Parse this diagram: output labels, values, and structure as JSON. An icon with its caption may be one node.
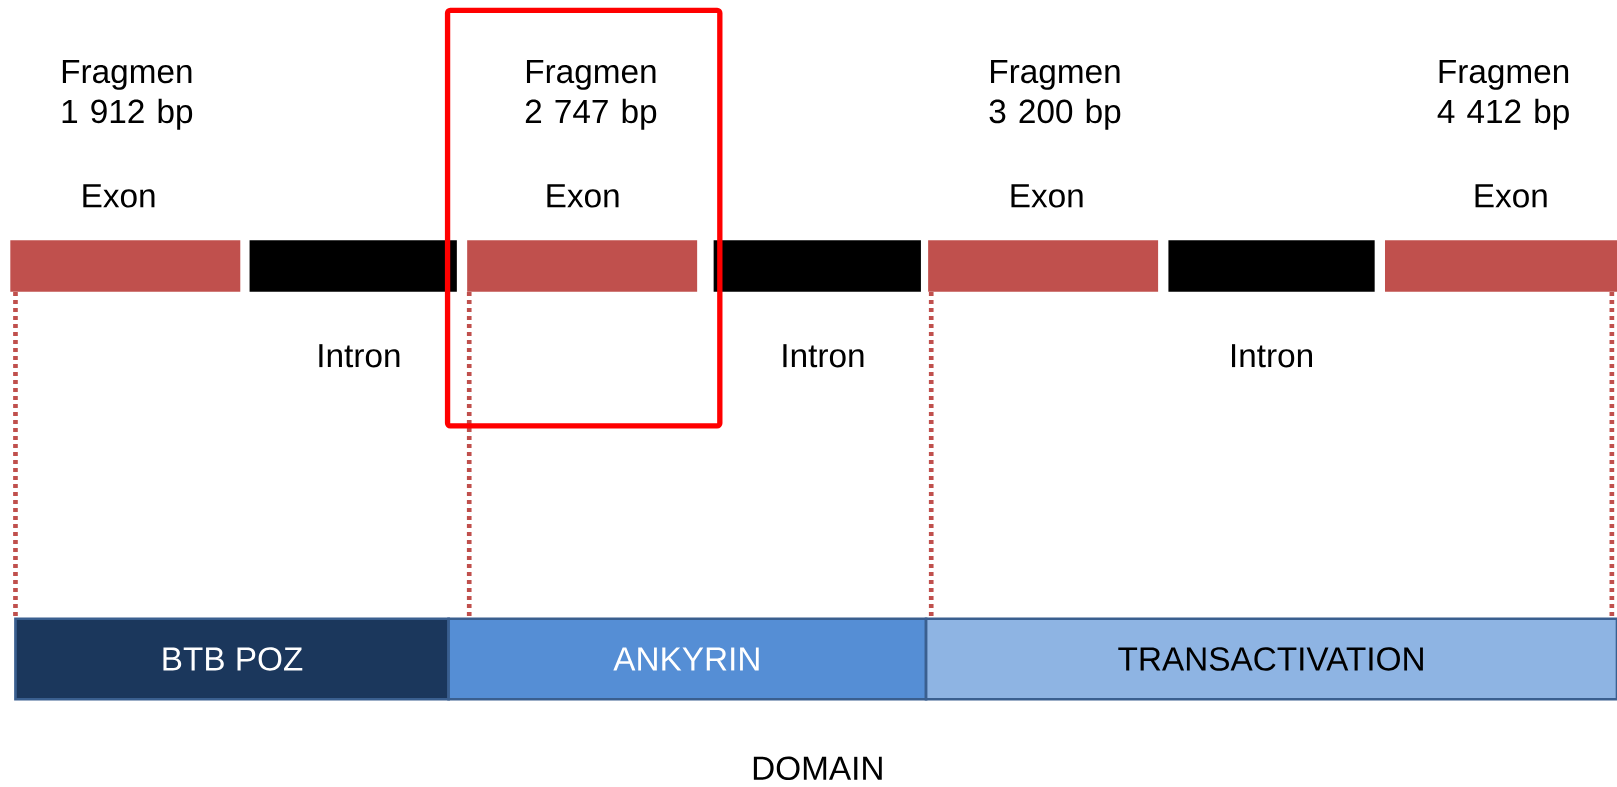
{
  "diagram": {
    "nodes": [
      {
        "text": [
          "Fragmen 1 912 bp",
          "Exon"
        ]
      },
      {
        "text": [
          "Intron"
        ]
      },
      {
        "text": [
          "Fragmen 2 747 bp",
          "Exon"
        ]
      },
      {
        "text": [
          "Intron"
        ]
      },
      {
        "text": [
          "Fragmen 3 200 bp",
          "Exon"
        ]
      },
      {
        "text": [
          "Intron"
        ]
      },
      {
        "text": [
          "Fragmen 4 412 bp",
          "Exon"
        ]
      },
      {
        "text": [
          "BTB POZ"
        ]
      },
      {
        "text": [
          "ANKYRIN"
        ]
      },
      {
        "text": [
          "TRANSACTIVATION"
        ]
      }
    ],
    "edges": [
      {
        "from": 0,
        "to": 7,
        "arrow": "none",
        "style": "dashed"
      },
      {
        "from": 2,
        "to": 8,
        "arrow": "none",
        "style": "dashed"
      },
      {
        "from": 4,
        "to": 9,
        "arrow": "none",
        "style": "dashed"
      },
      {
        "from": 6,
        "to": 9,
        "arrow": "none",
        "style": "dashed"
      }
    ],
    "labels": [
      "DOMAIN"
    ]
  }
}
